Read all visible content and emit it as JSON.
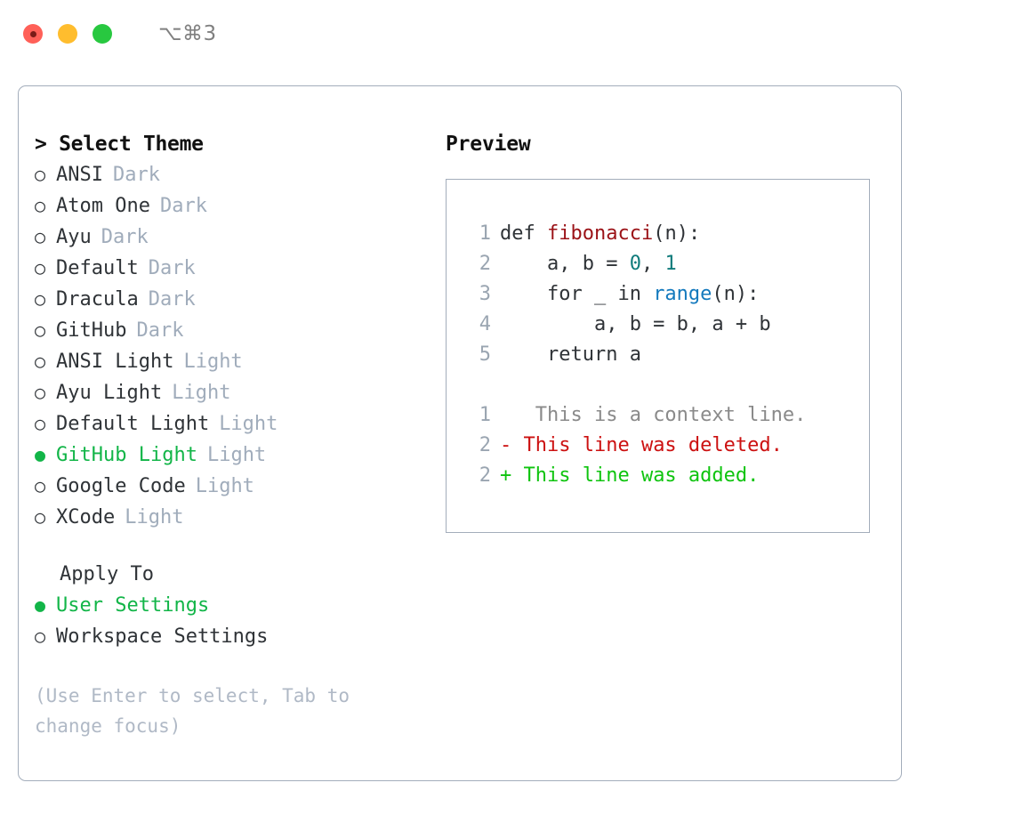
{
  "titlebar": {
    "shortcut": "⌥⌘3",
    "lights": [
      "close-light",
      "minimize-light",
      "zoom-light"
    ]
  },
  "theme_selector": {
    "heading": "Select Theme",
    "caret": ">",
    "marker_selected": "●",
    "marker_unselected": "○",
    "options": [
      {
        "label": "ANSI",
        "tag": "Dark",
        "selected": false
      },
      {
        "label": "Atom One",
        "tag": "Dark",
        "selected": false
      },
      {
        "label": "Ayu",
        "tag": "Dark",
        "selected": false
      },
      {
        "label": "Default",
        "tag": "Dark",
        "selected": false
      },
      {
        "label": "Dracula",
        "tag": "Dark",
        "selected": false
      },
      {
        "label": "GitHub",
        "tag": "Dark",
        "selected": false
      },
      {
        "label": "ANSI Light",
        "tag": "Light",
        "selected": false
      },
      {
        "label": "Ayu Light",
        "tag": "Light",
        "selected": false
      },
      {
        "label": "Default Light",
        "tag": "Light",
        "selected": false
      },
      {
        "label": "GitHub Light",
        "tag": "Light",
        "selected": true
      },
      {
        "label": "Google Code",
        "tag": "Light",
        "selected": false
      },
      {
        "label": "XCode",
        "tag": "Light",
        "selected": false
      }
    ]
  },
  "apply_to": {
    "heading": "Apply To",
    "options": [
      {
        "label": "User Settings",
        "selected": true
      },
      {
        "label": "Workspace Settings",
        "selected": false
      }
    ]
  },
  "hint": "(Use Enter to select, Tab to change focus)",
  "preview": {
    "title": "Preview",
    "code_lines": [
      {
        "number": "1",
        "parts": [
          {
            "text": "def ",
            "kind": "plain"
          },
          {
            "text": "fibonacci",
            "kind": "fn"
          },
          {
            "text": "(n):",
            "kind": "plain"
          }
        ]
      },
      {
        "number": "2",
        "parts": [
          {
            "text": "    a, b = ",
            "kind": "plain"
          },
          {
            "text": "0",
            "kind": "num"
          },
          {
            "text": ", ",
            "kind": "plain"
          },
          {
            "text": "1",
            "kind": "num"
          }
        ]
      },
      {
        "number": "3",
        "parts": [
          {
            "text": "    for _ in ",
            "kind": "plain"
          },
          {
            "text": "range",
            "kind": "call"
          },
          {
            "text": "(n):",
            "kind": "plain"
          }
        ]
      },
      {
        "number": "4",
        "parts": [
          {
            "text": "        a, b = b, a + b",
            "kind": "plain"
          }
        ]
      },
      {
        "number": "5",
        "parts": [
          {
            "text": "    return a",
            "kind": "plain"
          }
        ]
      }
    ],
    "diff_lines": [
      {
        "number": "1",
        "sign": " ",
        "text": "  This is a context line.",
        "kind": "ctx"
      },
      {
        "number": "2",
        "sign": "-",
        "text": " This line was deleted.",
        "kind": "del"
      },
      {
        "number": "2",
        "sign": "+",
        "text": " This line was added.",
        "kind": "add"
      }
    ]
  },
  "colors": {
    "accent_green": "#12b548",
    "border": "#a3adbb",
    "muted": "#a0acbb",
    "hint": "#b0b9c6",
    "fn_red": "#9b1217",
    "call_blue": "#1379bd",
    "num_teal": "#0f7b7b",
    "diff_del": "#cc1111",
    "diff_add": "#0fc40f",
    "light_red": "#ff6058",
    "light_yellow": "#ffbd2e",
    "light_green": "#28c840"
  }
}
